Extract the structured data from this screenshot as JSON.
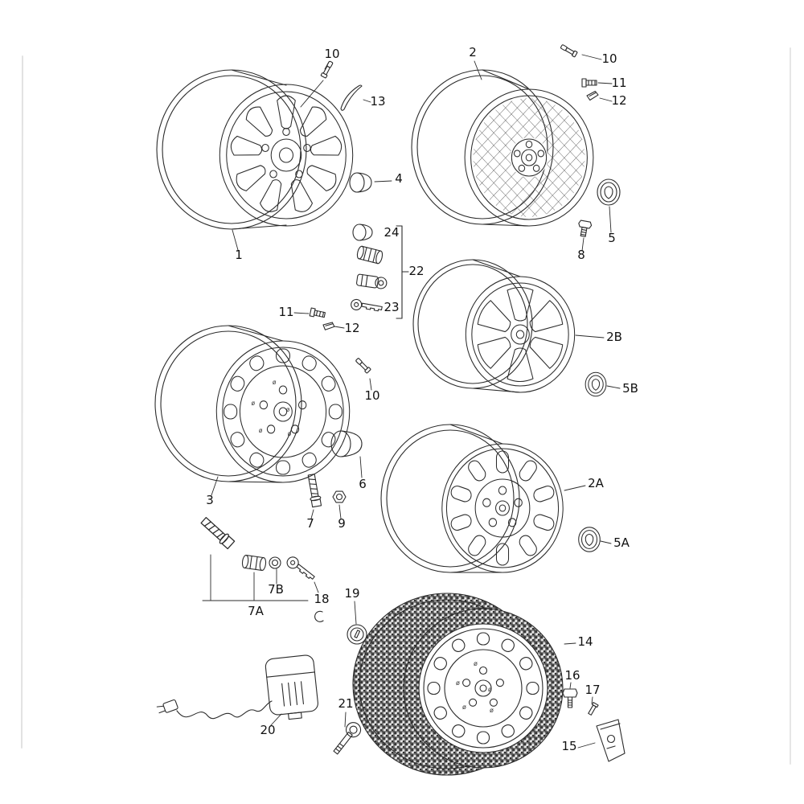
{
  "diagram": {
    "type": "exploded-parts-diagram",
    "subject": "road wheels, hub caps, valves and wheel locking parts",
    "colors": {
      "background": "#ffffff",
      "line": "#2b2b2b",
      "label": "#111111",
      "tire_fill": "#e4e4e4"
    },
    "face_mark": "ø",
    "callouts": {
      "n1": "1",
      "n2": "2",
      "n2a": "2A",
      "n2b": "2B",
      "n3": "3",
      "n4": "4",
      "n5": "5",
      "n5a": "5A",
      "n5b": "5B",
      "n6": "6",
      "n7": "7",
      "n7a": "7A",
      "n7b": "7B",
      "n8": "8",
      "n9": "9",
      "n10": "10",
      "n11": "11",
      "n12": "12",
      "n13": "13",
      "n14": "14",
      "n15": "15",
      "n16": "16",
      "n17": "17",
      "n18": "18",
      "n19": "19",
      "n20": "20",
      "n21": "21",
      "n22": "22",
      "n23": "23",
      "n24": "24"
    }
  }
}
